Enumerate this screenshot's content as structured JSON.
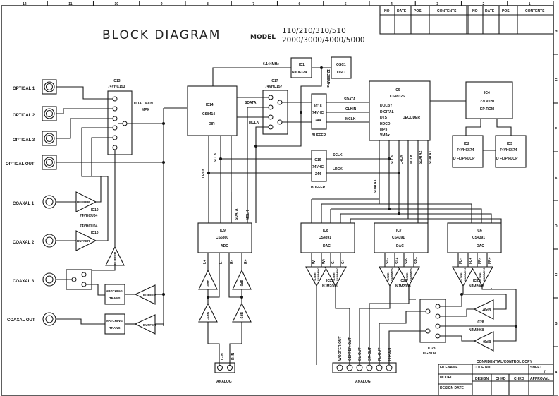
{
  "title": "BLOCK DIAGRAM",
  "model_label": "MODEL",
  "model_line1": "110/210/310/510",
  "model_line2": "2000/3000/4000/5000",
  "ruler_top": [
    "12",
    "11",
    "10",
    "9",
    "8",
    "7",
    "6",
    "5",
    "4",
    "3",
    "2",
    "1"
  ],
  "ruler_right": [
    "H",
    "G",
    "F",
    "E",
    "D",
    "C",
    "B",
    "A"
  ],
  "revision_table": {
    "headers": [
      "NO",
      "DATE",
      "POS.",
      "CONTENTS",
      "NO",
      "DATE",
      "POS.",
      "CONTENTS"
    ]
  },
  "inputs": {
    "optical1": "OPTICAL 1",
    "optical2": "OPTICAL 2",
    "optical3": "OPTICAL 3",
    "optical_out": "OPTICAL OUT",
    "coaxal1": "COAXAL 1",
    "coaxal2": "COAXAL 2",
    "coaxal3": "COAXAL 3",
    "coaxal_out": "COAXAL OUT"
  },
  "ic13": {
    "ref": "IC13",
    "part": "74VHC153",
    "func1": "DUAL 4-CH",
    "func2": "MPX"
  },
  "ic10a": {
    "ref": "IC10",
    "part": "74VHCU04"
  },
  "ic10b": {
    "ref": "IC10",
    "part": "74VHCU04"
  },
  "buffer": "BUFFER",
  "matching1": "MATCHING",
  "matching2": "TRANS",
  "ic14": {
    "ref": "IC14",
    "part": "CS8414",
    "func": "DIR"
  },
  "ic1": {
    "ref": "IC1",
    "part": "NJU6324"
  },
  "osc1": {
    "ref": "OSC1",
    "part": "OSC"
  },
  "freq1": "6.144MHz",
  "freq2": "12.288MHz",
  "ic17": {
    "ref": "IC17",
    "part": "74VHC157"
  },
  "ic18": {
    "ref": "IC18",
    "part1": "74VHC",
    "part2": "244",
    "func": "BUFFER"
  },
  "ic19": {
    "ref": "IC19",
    "part1": "74VHC",
    "part2": "244",
    "func": "BUFFER"
  },
  "ic5": {
    "ref": "IC5",
    "part": "CS49326",
    "features": [
      "DOLBY",
      "DIGITAL",
      "DTS",
      "HDCD",
      "MP3",
      "VMAx"
    ],
    "func": "DECODER"
  },
  "ic4": {
    "ref": "IC4",
    "part": "27LV020",
    "func": "EP-ROM"
  },
  "ic2": {
    "ref": "IC2",
    "part": "74VHC574",
    "func": "D FLIP FLOP"
  },
  "ic3": {
    "ref": "IC3",
    "part": "74VHC574",
    "func": "D FLIP FLOP"
  },
  "ic9": {
    "ref": "IC9",
    "part": "CS5360",
    "func": "ADC"
  },
  "ic8": {
    "ref": "IC8",
    "part": "CS4391",
    "func": "DAC"
  },
  "ic7": {
    "ref": "IC7",
    "part": "CS4391",
    "func": "DAC"
  },
  "ic6": {
    "ref": "IC6",
    "part": "CS4391",
    "func": "DAC"
  },
  "ic22": {
    "ref": "IC22",
    "part": "NJM2068"
  },
  "ic21": {
    "ref": "IC21",
    "part": "NJM2068"
  },
  "ic20": {
    "ref": "IC20",
    "part": "NJM2068"
  },
  "ic28": {
    "ref": "IC28",
    "part": "NJM2068"
  },
  "ic23": {
    "ref": "IC23",
    "part": "DG201A"
  },
  "signals": {
    "sdata": "SDATA",
    "mclk": "MCLK",
    "clkin": "CLKIN",
    "sclk": "SCLK",
    "lrck": "LRCK",
    "sdata1": "SDATA1",
    "sdata2": "SDATA2",
    "sdata3": "SDATA3"
  },
  "pins": {
    "lp": "L+",
    "lm": "L-",
    "rm": "R-",
    "rp": "R+",
    "wm": "W-",
    "wp": "W+",
    "cm": "C-",
    "cp": "C+",
    "slm": "SL-",
    "slp": "SL+",
    "srm": "SR-",
    "srp": "SR+",
    "flm": "FL-",
    "flp": "FL+",
    "frm": "FR-",
    "frp": "FR+"
  },
  "filter": "FILTER",
  "summing": "SUMMING",
  "gain_0db": "-0dB",
  "gain_m6db": "-6dB",
  "gain_p6db": "+6dB",
  "analog_in": {
    "l": "L-IN",
    "r": "R-IN",
    "label": "ANALOG"
  },
  "analog_out": {
    "outs": [
      "WOOFER-OUT",
      "CENTER-OUT",
      "SL-OUT",
      "SR-OUT",
      "FL-OUT",
      "FR-OUT"
    ],
    "label": "ANALOG"
  },
  "title_block": {
    "confidential": "CONFIDENTIAL/CONTROL COPY",
    "filename": "FILENAME",
    "code_no": "CODE NO.",
    "sheet": "SHEET",
    "sheet_mark": "/",
    "model": "MODEL",
    "design": "DESIGN",
    "chkd1": "CHKD",
    "chkd2": "CHKD",
    "approval": "APPROVAL",
    "design_date": "DESIGN DATE"
  }
}
